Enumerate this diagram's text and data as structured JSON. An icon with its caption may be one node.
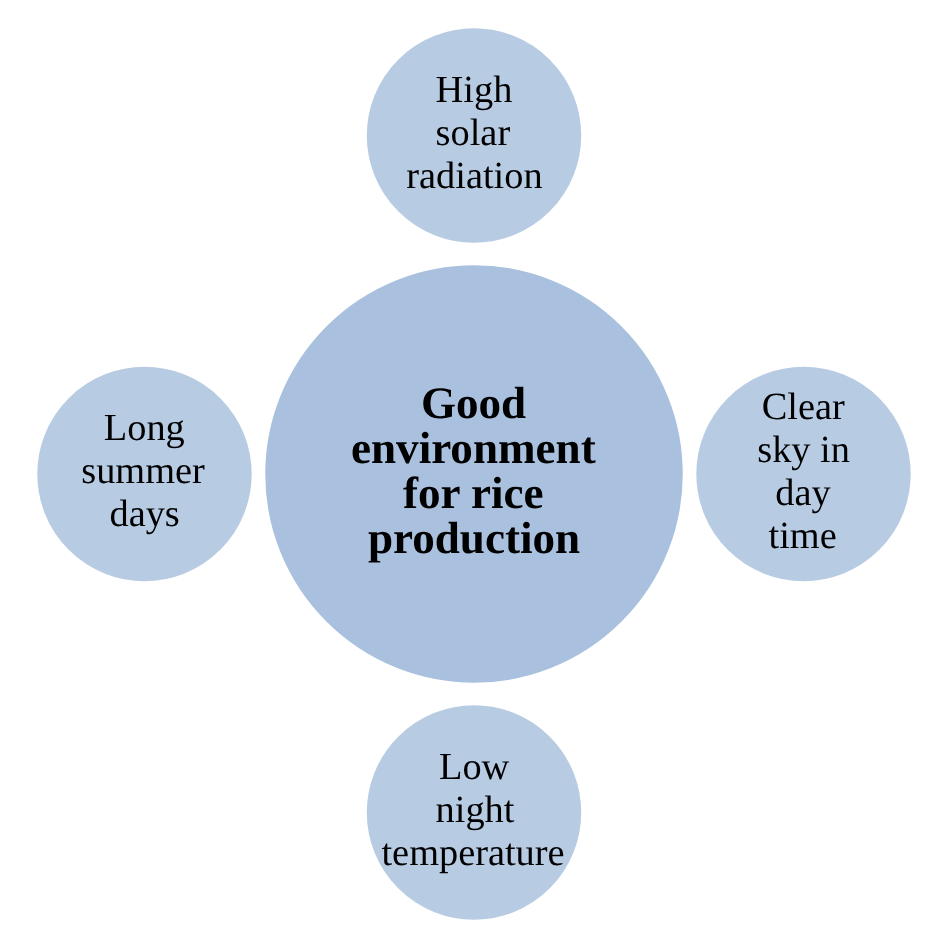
{
  "diagram": {
    "nodes": [
      {
        "text": [
          "Good environment for rice production"
        ]
      },
      {
        "text": [
          "High solar radiation"
        ]
      },
      {
        "text": [
          "Long summer days"
        ]
      },
      {
        "text": [
          "Clear sky in day time"
        ]
      },
      {
        "text": [
          "Low night temperature"
        ]
      }
    ]
  }
}
